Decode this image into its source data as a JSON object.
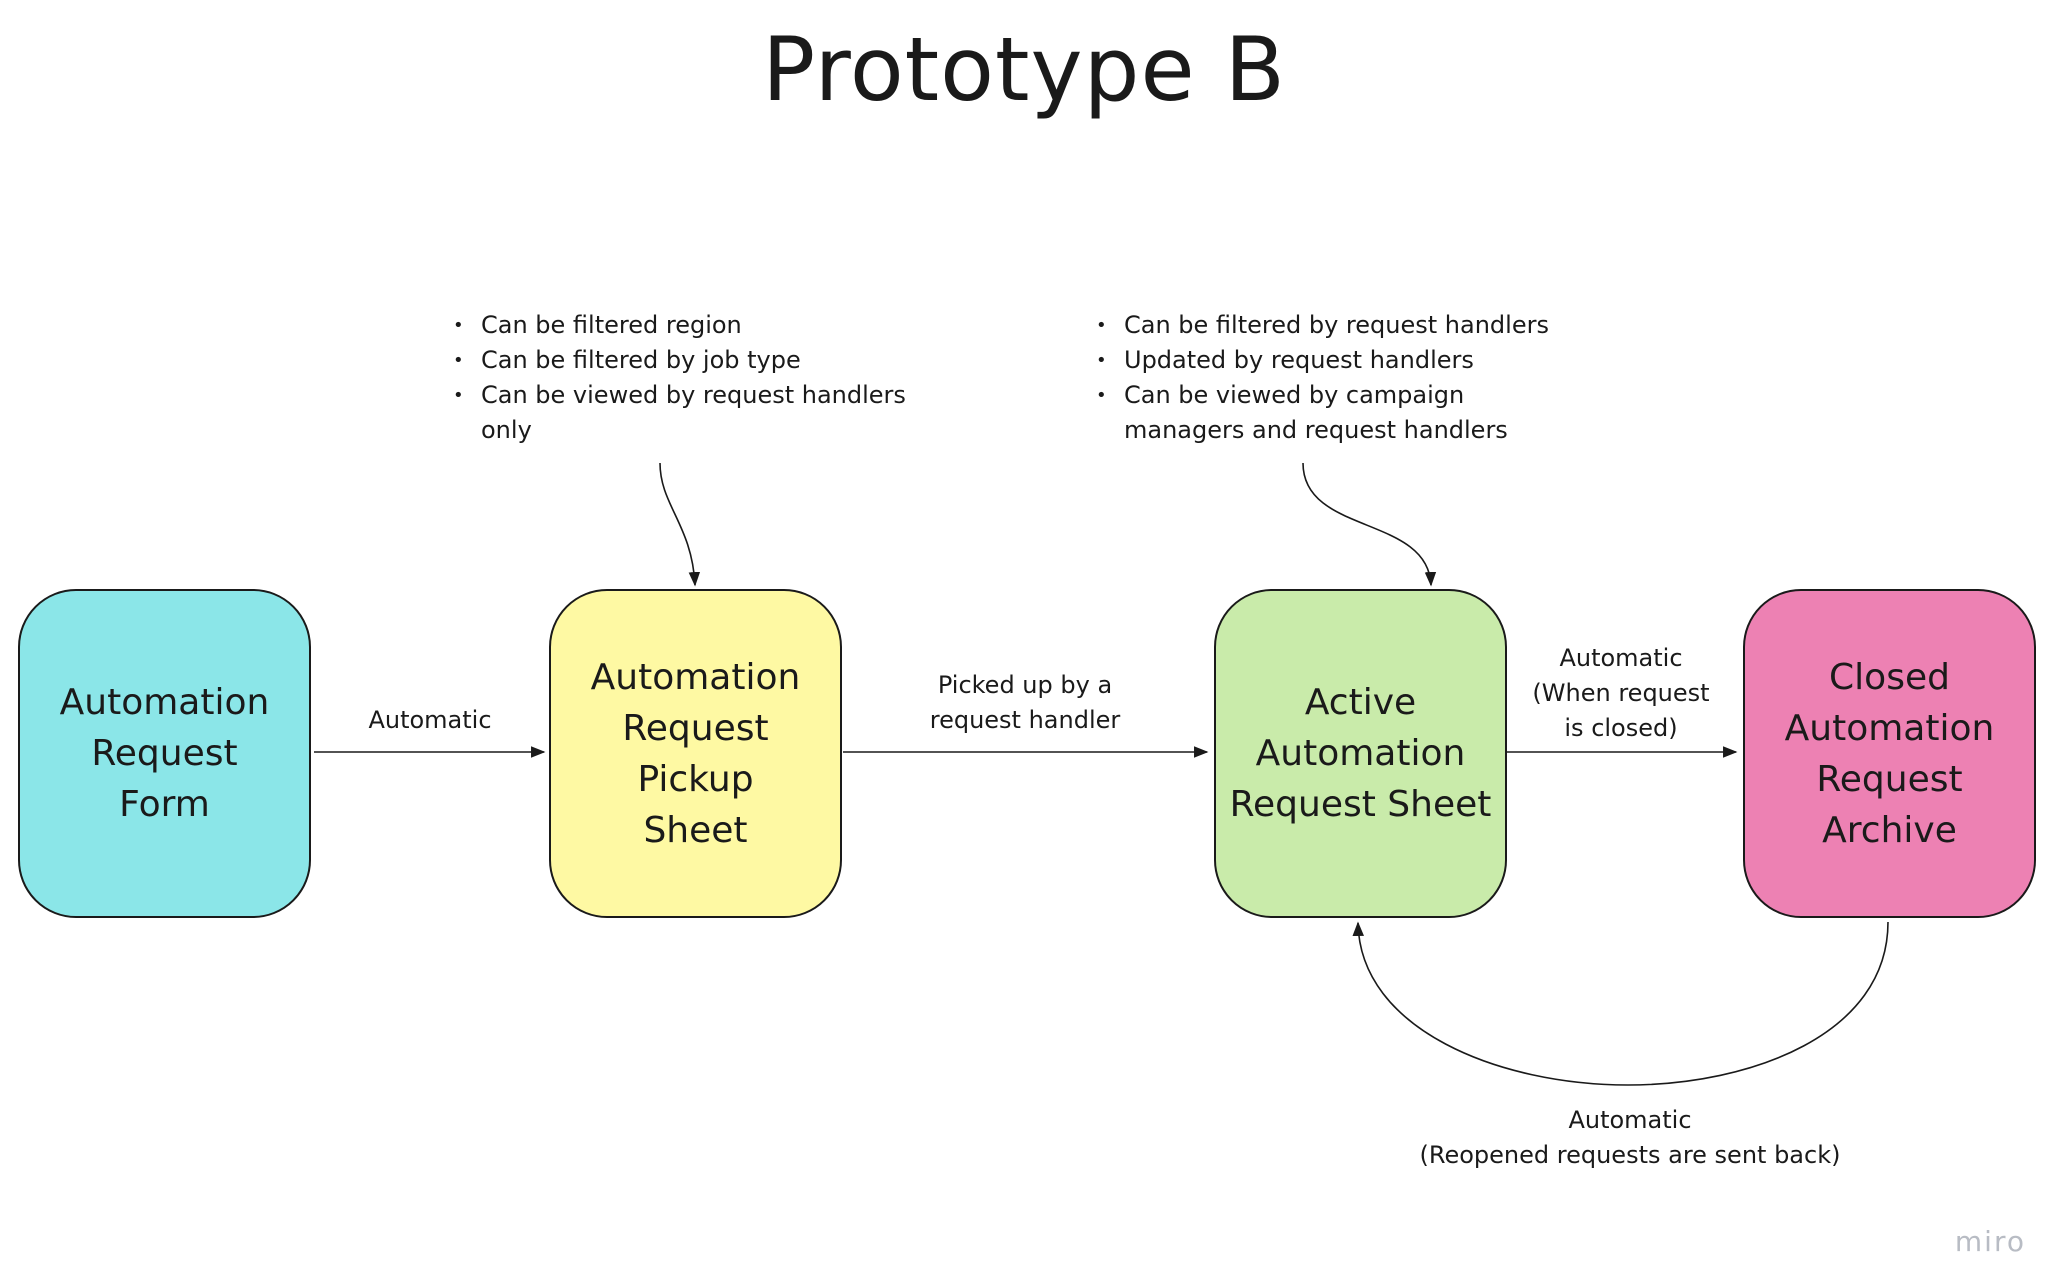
{
  "title": "Prototype B",
  "nodes": {
    "form": {
      "label": "Automation\nRequest\nForm",
      "color": "#8be6e8"
    },
    "pickup": {
      "label": "Automation\nRequest Pickup\nSheet",
      "color": "#fef9a3"
    },
    "active": {
      "label": "Active\nAutomation\nRequest Sheet",
      "color": "#c9ebaa"
    },
    "archive": {
      "label": "Closed\nAutomation\nRequest\nArchive",
      "color": "#ed81b3"
    }
  },
  "edges": {
    "form_to_pickup": "Automatic",
    "pickup_to_active": "Picked up by a\nrequest handler",
    "active_to_archive": "Automatic\n(When request\nis closed)",
    "archive_to_active": "Automatic\n(Reopened requests are sent back)"
  },
  "notes": {
    "pickup": [
      "Can be filtered region",
      "Can be filtered by job type",
      "Can be viewed by request handlers\nonly"
    ],
    "active": [
      "Can be filtered by request handlers",
      "Updated by request handlers",
      "Can be viewed by campaign\nmanagers and request handlers"
    ]
  },
  "brand": "miro"
}
